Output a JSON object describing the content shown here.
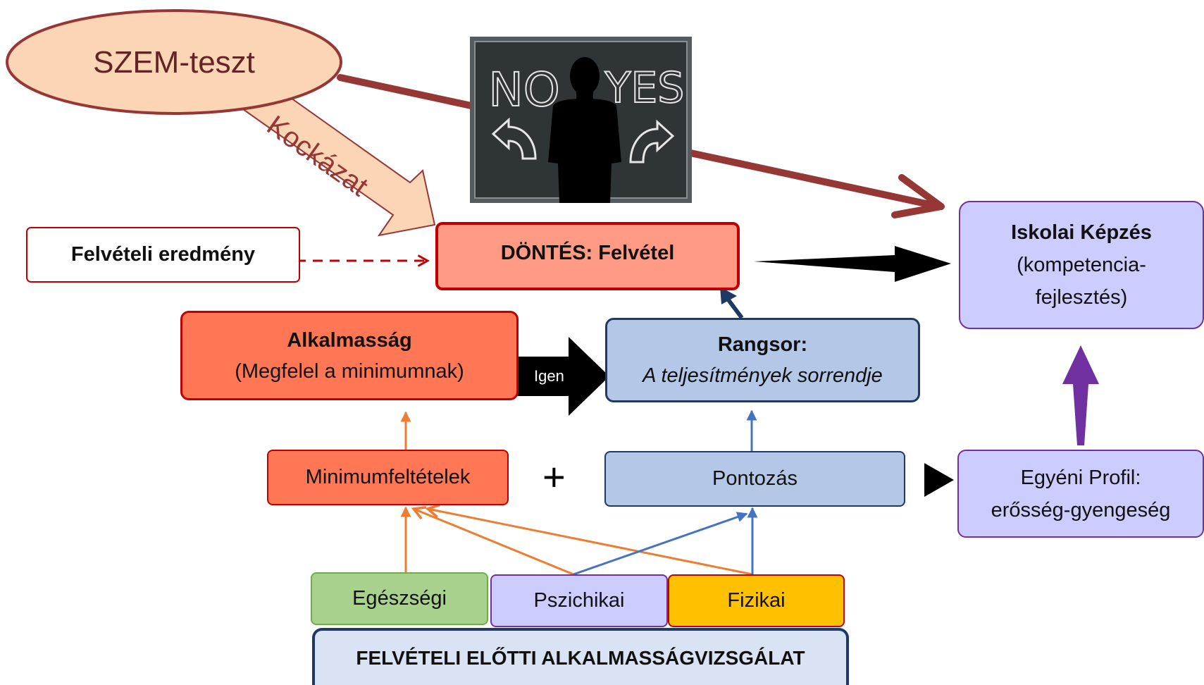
{
  "szem_teszt": {
    "label": "SZEM-teszt"
  },
  "risk_arrow": {
    "label": "Kockázat"
  },
  "chalkboard": {
    "no_text": "NO",
    "yes_text": "YES"
  },
  "felveteli_eredmeny": {
    "label": "Felvételi eredmény"
  },
  "dontes": {
    "label": "DÖNTÉS: Felvétel"
  },
  "iskolai_kepzes": {
    "title": "Iskolai Képzés",
    "line1": "(kompetencia-",
    "line2": "fejlesztés)"
  },
  "alkalmassag": {
    "title": "Alkalmasság",
    "subtitle": "(Megfelel a minimumnak)"
  },
  "igen_arrow": {
    "label": "Igen"
  },
  "rangsor": {
    "title": "Rangsor:",
    "subtitle": "A teljesítmények sorrendje"
  },
  "minimumfeltetelek": {
    "label": "Minimumfeltételek"
  },
  "plus": {
    "symbol": "+"
  },
  "pontozas": {
    "label": "Pontozás"
  },
  "egyeni_profil": {
    "line1": "Egyéni Profil:",
    "line2": "erősség-gyengeség"
  },
  "egeszsegi": {
    "label": "Egészségi"
  },
  "pszichikai": {
    "label": "Pszichikai"
  },
  "fizikai": {
    "label": "Fizikai"
  },
  "felveteli_elotti": {
    "label": "FELVÉTELI ELŐTTI ALKALMASSÁGVIZSGÁLAT"
  },
  "colors": {
    "dark_red": "#953735",
    "orange_red": "#ff7755",
    "salmon": "#ff9a84",
    "blue_box": "#b4c7e7",
    "navy": "#1f3864",
    "lavender": "#ccccff",
    "green": "#a9d18e",
    "gold": "#ffc000",
    "orange_arrow": "#ed7d31",
    "blue_arrow": "#4472c4",
    "purple_arrow": "#7030a0",
    "peach": "#fbd5b5"
  }
}
